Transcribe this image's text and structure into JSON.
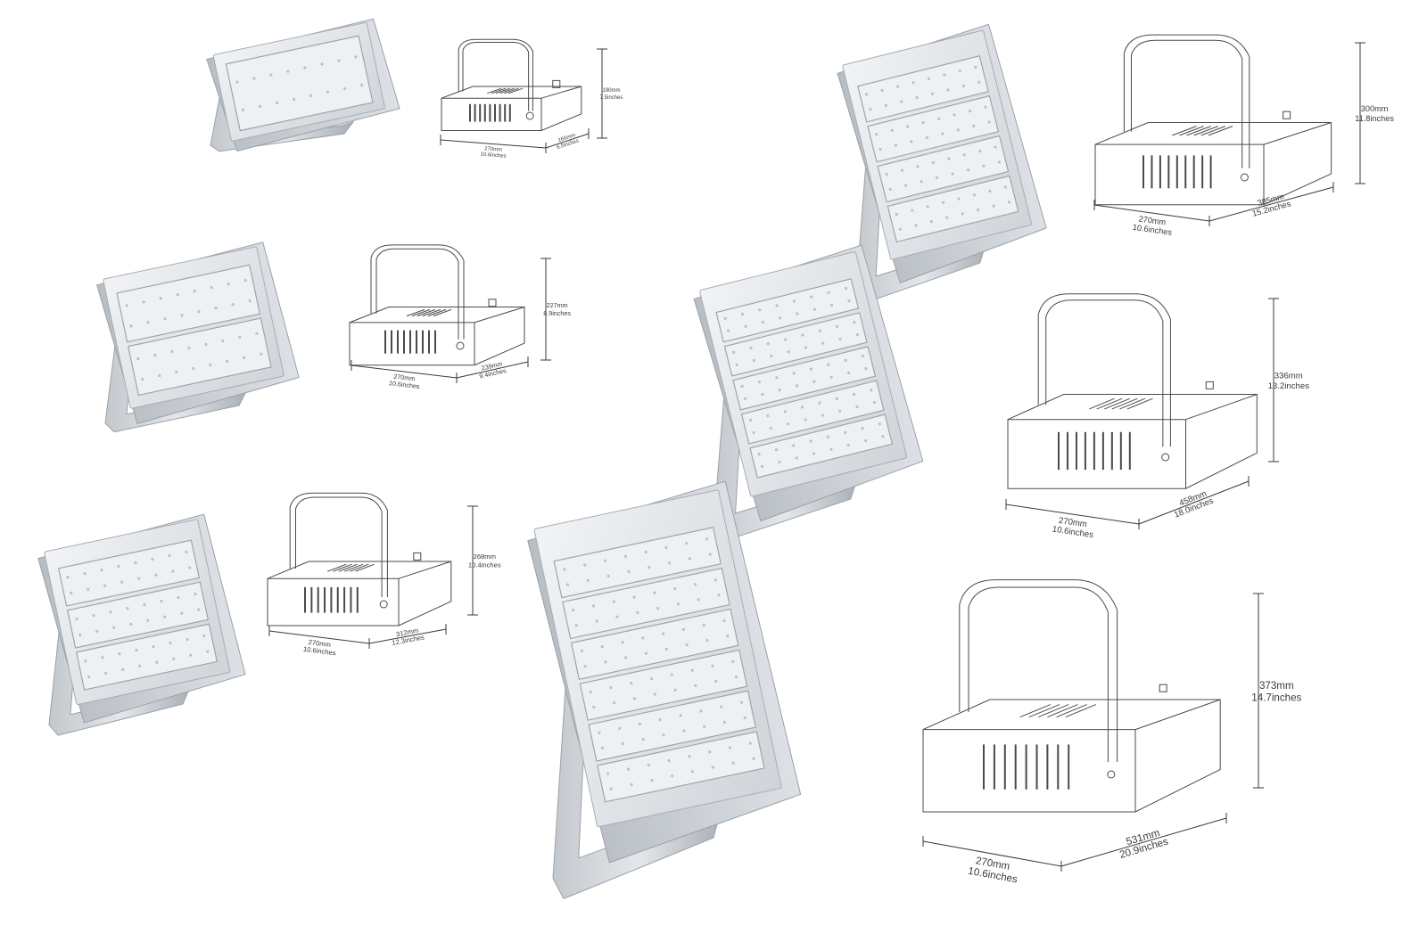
{
  "colors": {
    "background": "#ffffff",
    "housing_light": "#e9ecef",
    "housing_mid": "#c7ccd1",
    "housing_dark": "#9aa1a7",
    "led_panel": "#f3f5f7",
    "line_drawing": "#4a4a4a"
  },
  "products": [
    {
      "id": "p1",
      "modules": 1,
      "height": {
        "mm": "190mm",
        "in": "7.5inches"
      },
      "width": {
        "mm": "270mm",
        "in": "10.6inches"
      },
      "depth": {
        "mm": "166mm",
        "in": "6.5inches"
      }
    },
    {
      "id": "p2",
      "modules": 2,
      "height": {
        "mm": "227mm",
        "in": "8.9inches"
      },
      "width": {
        "mm": "270mm",
        "in": "10.6inches"
      },
      "depth": {
        "mm": "239mm",
        "in": "9.4inches"
      }
    },
    {
      "id": "p3",
      "modules": 3,
      "height": {
        "mm": "268mm",
        "in": "10.4inches"
      },
      "width": {
        "mm": "270mm",
        "in": "10.6inches"
      },
      "depth": {
        "mm": "312mm",
        "in": "12.3inches"
      }
    },
    {
      "id": "p4",
      "modules": 4,
      "height": {
        "mm": "300mm",
        "in": "11.8inches"
      },
      "width": {
        "mm": "270mm",
        "in": "10.6inches"
      },
      "depth": {
        "mm": "385mm",
        "in": "15.2inches"
      }
    },
    {
      "id": "p5",
      "modules": 5,
      "height": {
        "mm": "336mm",
        "in": "13.2inches"
      },
      "width": {
        "mm": "270mm",
        "in": "10.6inches"
      },
      "depth": {
        "mm": "458mm",
        "in": "18.0inches"
      }
    },
    {
      "id": "p6",
      "modules": 6,
      "height": {
        "mm": "373mm",
        "in": "14.7inches"
      },
      "width": {
        "mm": "270mm",
        "in": "10.6inches"
      },
      "depth": {
        "mm": "531mm",
        "in": "20.9inches"
      }
    }
  ]
}
